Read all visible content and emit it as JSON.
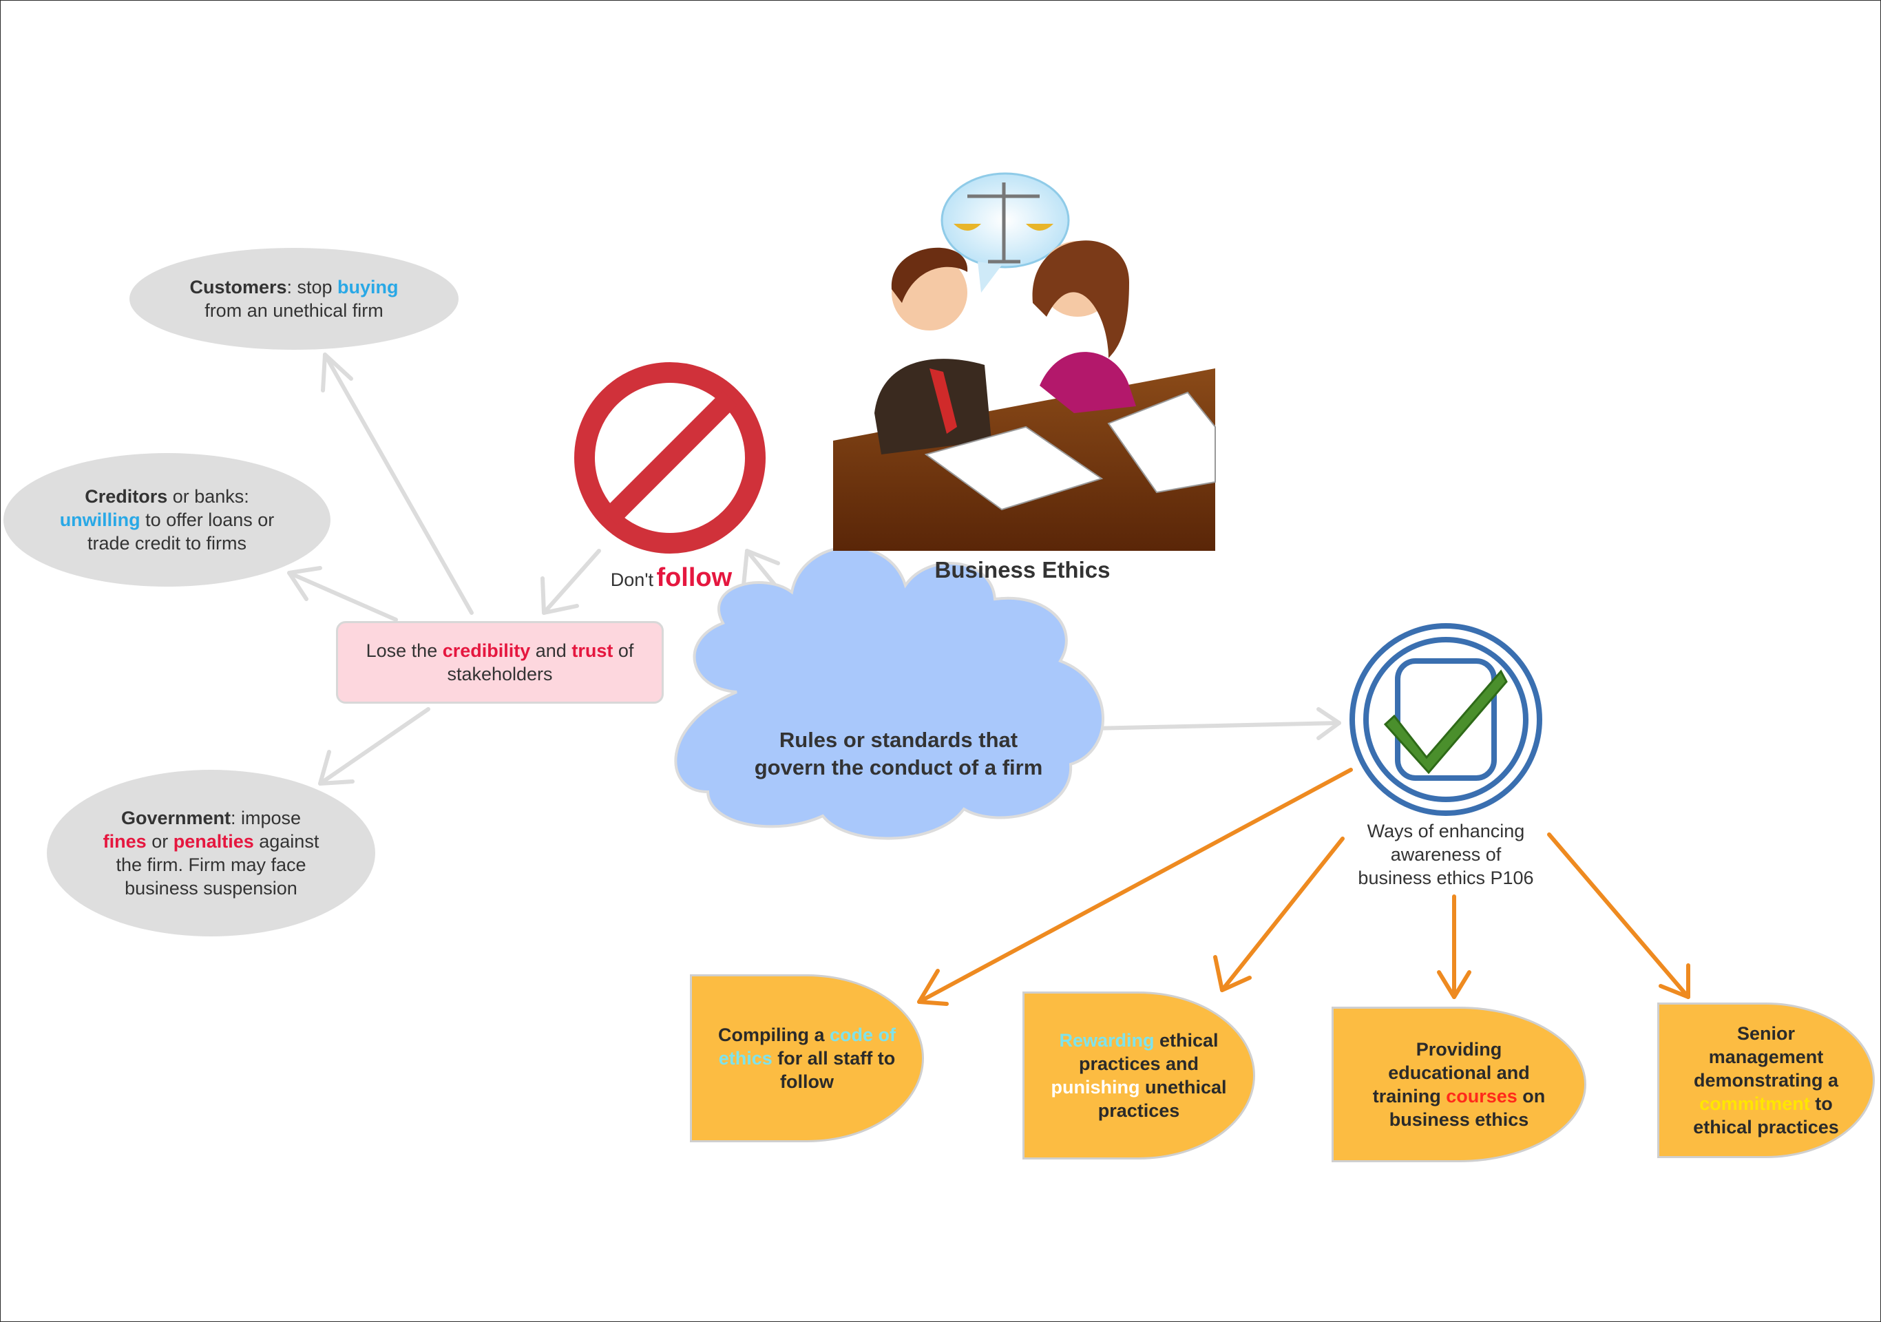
{
  "central": {
    "line1": "Rules or standards that",
    "line2": "govern the conduct of a firm"
  },
  "image_caption": "Business Ethics",
  "dont_follow": {
    "prefix": "Don't",
    "word": "follow"
  },
  "lose_box": {
    "t1": "Lose the ",
    "credibility": "credibility",
    "t2": " and ",
    "trust": "trust",
    "t3": " of",
    "line2": "stakeholders"
  },
  "customers": {
    "bold": "Customers",
    "t1": ": stop ",
    "buying": "buying",
    "line2": "from an unethical firm"
  },
  "creditors": {
    "bold": "Creditors",
    "t1": " or banks:",
    "unwilling": "unwilling",
    "t2": " to offer loans or",
    "line3": "trade credit to firms"
  },
  "government": {
    "bold": "Government",
    "t1": ": impose",
    "fines": "fines",
    "t2": " or ",
    "penalties": "penalties",
    "t3": " against",
    "line3": "the firm.  Firm may face",
    "line4": "business suspension"
  },
  "ways": {
    "line1": "Ways of enhancing",
    "line2": "awareness of",
    "line3": "business ethics P106"
  },
  "box1": {
    "t1": "Compiling a ",
    "code_a": "code of",
    "code_b": "ethics",
    "t2": " for all staff to",
    "line3": "follow"
  },
  "box2": {
    "rewarding": "Rewarding",
    "t1": " ethical",
    "line2": "practices and",
    "punishing": "punishing",
    "t2": " unethical",
    "line4": "practices"
  },
  "box3": {
    "line1": "Providing",
    "line2": "educational and",
    "t1": "training ",
    "courses": "courses",
    "t2": " on",
    "line4": "business ethics"
  },
  "box4": {
    "line1": "Senior",
    "line2": "management",
    "line3": "demonstrating a",
    "commitment": "commitment",
    "t1": " to",
    "line5": "ethical practices"
  },
  "colors": {
    "cloud": "#a9c8fb",
    "box_fill": "#fcbc42",
    "arrow_grey": "#dcdcdc",
    "arrow_orange": "#ee8a20",
    "ellipse": "#dedede",
    "pink_box": "#fdd7de",
    "stop_sign": "#d0313a",
    "check_ring": "#3a6fb0",
    "check_mark": "#4a8f2c"
  }
}
